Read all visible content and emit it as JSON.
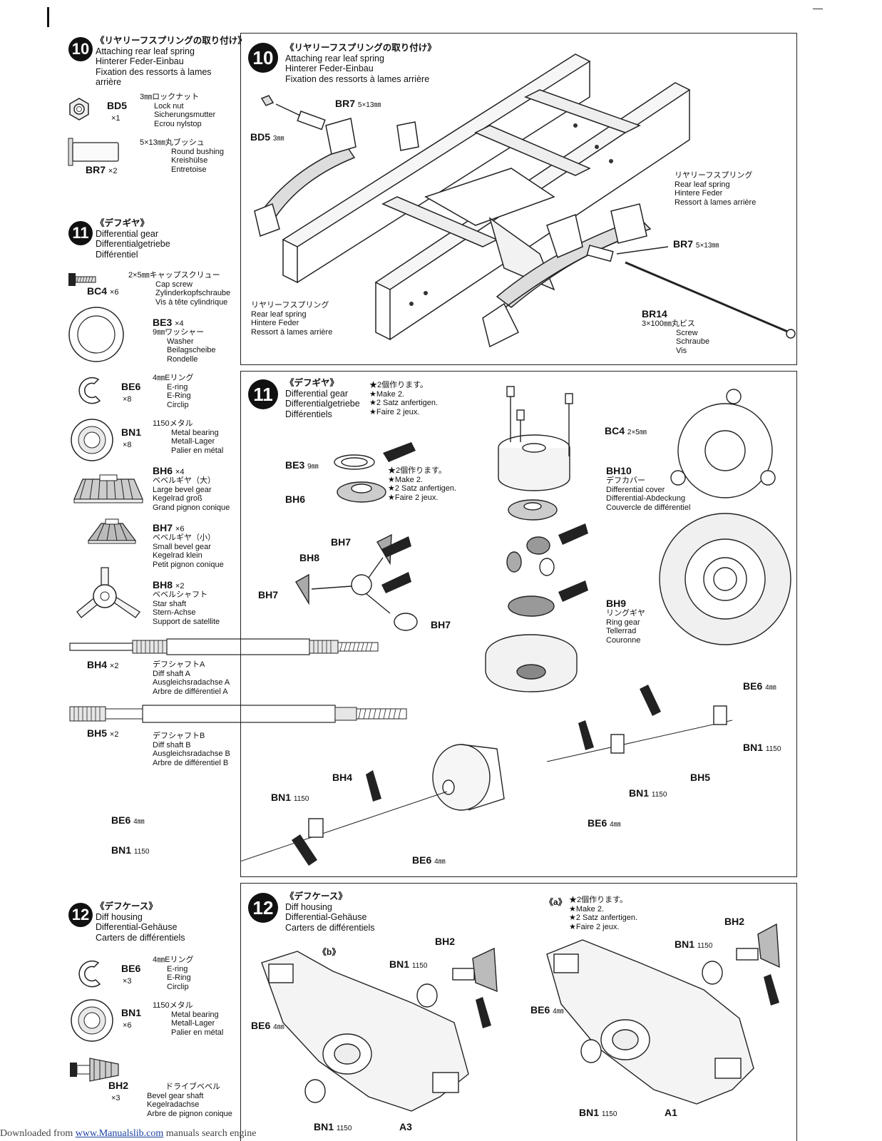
{
  "left": {
    "step10": {
      "number": "10",
      "title_jp": "《リヤリーフスプリングの取り付け》",
      "title_en": "Attaching rear leaf spring",
      "title_de": "Hinterer Feder-Einbau",
      "title_fr1": "Fixation des ressorts à lames",
      "title_fr2": "arrière",
      "parts": [
        {
          "code": "BD5",
          "qty": "×1",
          "jp": "3㎜ロックナット",
          "en": "Lock nut",
          "de": "Sicherungsmutter",
          "fr": "Ecrou nylstop"
        },
        {
          "code": "BR7",
          "qty": "×2",
          "jp": "5×13㎜丸ブッシュ",
          "en": "Round bushing",
          "de": "Kreishülse",
          "fr": "Entretoise"
        }
      ]
    },
    "step11": {
      "number": "11",
      "title_jp": "《デフギヤ》",
      "title_en": "Differential gear",
      "title_de": "Differentialgetriebe",
      "title_fr": "Différentiel",
      "parts": [
        {
          "code": "BC4",
          "qty": "×6",
          "jp": "2×5㎜キャップスクリュー",
          "en": "Cap screw",
          "de": "Zylinderkopfschraube",
          "fr": "Vis à tête cylindrique"
        },
        {
          "code": "BE3",
          "qty": "×4",
          "jp": "9㎜ワッシャー",
          "en": "Washer",
          "de": "Beilagscheibe",
          "fr": "Rondelle"
        },
        {
          "code": "BE6",
          "qty": "×8",
          "jp": "4㎜Eリング",
          "en": "E-ring",
          "de": "E-Ring",
          "fr": "Circlip"
        },
        {
          "code": "BN1",
          "qty": "×8",
          "jp": "1150メタル",
          "en": "Metal bearing",
          "de": "Metall-Lager",
          "fr": "Palier en métal"
        },
        {
          "code": "BH6",
          "qty": "×4",
          "jp": "ベベルギヤ（大）",
          "en": "Large bevel gear",
          "de": "Kegelrad groß",
          "fr": "Grand pignon conique"
        },
        {
          "code": "BH7",
          "qty": "×6",
          "jp": "ベベルギヤ（小）",
          "en": "Small bevel gear",
          "de": "Kegelrad klein",
          "fr": "Petit pignon conique"
        },
        {
          "code": "BH8",
          "qty": "×2",
          "jp": "ベベルシャフト",
          "en": "Star shaft",
          "de": "Stern-Achse",
          "fr": "Support de satellite"
        },
        {
          "code": "BH4",
          "qty": "×2",
          "jp": "デフシャフトA",
          "en": "Diff shaft A",
          "de": "Ausgleichsradachse A",
          "fr": "Arbre de différentiel A"
        },
        {
          "code": "BH5",
          "qty": "×2",
          "jp": "デフシャフトB",
          "en": "Diff shaft B",
          "de": "Ausgleichsradachse B",
          "fr": "Arbre de différentiel B"
        }
      ]
    },
    "step12": {
      "number": "12",
      "title_jp": "《デフケース》",
      "title_en": "Diff housing",
      "title_de": "Differential-Gehäuse",
      "title_fr": "Carters de différentiels",
      "parts": [
        {
          "code": "BE6",
          "qty": "×3",
          "jp": "4㎜Eリング",
          "en": "E-ring",
          "de": "E-Ring",
          "fr": "Circlip"
        },
        {
          "code": "BN1",
          "qty": "×6",
          "jp": "1150メタル",
          "en": "Metal bearing",
          "de": "Metall-Lager",
          "fr": "Palier en métal"
        },
        {
          "code": "BH2",
          "qty": "×3",
          "jp": "ドライブベベル",
          "en": "Bevel gear shaft",
          "de": "Kegelradachse",
          "fr": "Arbre de pignon conique"
        }
      ]
    }
  },
  "panel10": {
    "number": "10",
    "title_jp": "《リヤリーフスプリングの取り付け》",
    "title_en": "Attaching rear leaf spring",
    "title_de": "Hinterer Feder-Einbau",
    "title_fr": "Fixation des ressorts à lames arrière",
    "labels": {
      "br7_top": "BR7",
      "br7_top_size": "5×13㎜",
      "bd5": "BD5",
      "bd5_size": "3㎜",
      "br7_right": "BR7",
      "br7_right_size": "5×13㎜",
      "br14": "BR14",
      "br14_jp": "3×100㎜丸ビス",
      "br14_en": "Screw",
      "br14_de": "Schraube",
      "br14_fr": "Vis",
      "spring_r_jp": "リヤリーフスプリング",
      "spring_r_en": "Rear leaf spring",
      "spring_r_de": "Hintere Feder",
      "spring_r_fr": "Ressort à lames arrière",
      "spring_l_jp": "リヤリーフスプリング",
      "spring_l_en": "Rear leaf spring",
      "spring_l_de": "Hintere Feder",
      "spring_l_fr": "Ressort à lames arrière"
    }
  },
  "panel11": {
    "number": "11",
    "title_jp": "《デフギヤ》",
    "title_en": "Differential gear",
    "title_de": "Differentialgetriebe",
    "title_fr": "Différentiels",
    "make2": [
      "★2個作ります。",
      "★Make 2.",
      "★2 Satz anfertigen.",
      "★Faire 2 jeux."
    ],
    "make2b": [
      "★2個作ります。",
      "★Make 2.",
      "★2 Satz anfertigen.",
      "★Faire 2 jeux."
    ],
    "labels": {
      "bc4": "BC4",
      "bc4_size": "2×5㎜",
      "be3": "BE3",
      "be3_size": "9㎜",
      "bh6": "BH6",
      "bh10": "BH10",
      "bh10_jp": "デフカバー",
      "bh10_en": "Differential cover",
      "bh10_de": "Differential-Abdeckung",
      "bh10_fr": "Couvercle de différentiel",
      "bh7_a": "BH7",
      "bh8": "BH8",
      "bh7_b": "BH7",
      "bh7_c": "BH7",
      "bh9": "BH9",
      "bh9_jp": "リングギヤ",
      "bh9_en": "Ring gear",
      "bh9_de": "Tellerrad",
      "bh9_fr": "Couronne",
      "be6_r": "BE6",
      "be6_r_size": "4㎜",
      "bn1_r": "BN1",
      "bn1_r_size": "1150",
      "bh5": "BH5",
      "bn1_m": "BN1",
      "bn1_m_size": "1150",
      "be6_m": "BE6",
      "be6_m_size": "4㎜",
      "bh4": "BH4",
      "bn1_l": "BN1",
      "bn1_l_size": "1150",
      "be6_l": "BE6",
      "be6_l_size": "4㎜",
      "bn1_ll": "BN1",
      "bn1_ll_size": "1150",
      "be6_b": "BE6",
      "be6_b_size": "4㎜"
    }
  },
  "panel12": {
    "number": "12",
    "title_jp": "《デフケース》",
    "title_en": "Diff housing",
    "title_de": "Differential-Gehäuse",
    "title_fr": "Carters de différentiels",
    "sub_b": "《b》",
    "sub_a": "《a》",
    "make2": [
      "★2個作ります。",
      "★Make 2.",
      "★2 Satz anfertigen.",
      "★Faire 2 jeux."
    ],
    "labels": {
      "bh2_b": "BH2",
      "bn1_b": "BN1",
      "bn1_b_size": "1150",
      "be6_b": "BE6",
      "be6_b_size": "4㎜",
      "bn1_b2": "BN1",
      "bn1_b2_size": "1150",
      "a3": "A3",
      "bh2_a": "BH2",
      "bn1_a": "BN1",
      "bn1_a_size": "1150",
      "be6_a": "BE6",
      "be6_a_size": "4㎜",
      "bn1_a2": "BN1",
      "bn1_a2_size": "1150",
      "a1": "A1"
    }
  },
  "footer": {
    "prefix": "Downloaded from ",
    "link": "www.Manualslib.com",
    "suffix": " manuals search engine"
  }
}
